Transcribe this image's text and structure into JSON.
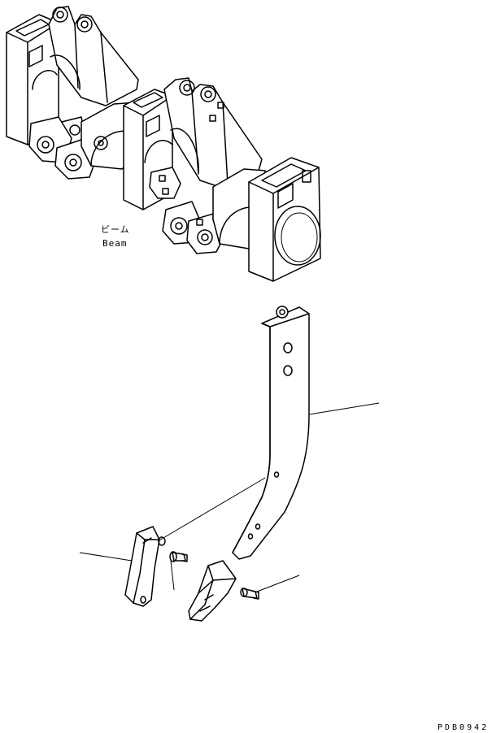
{
  "labels": {
    "beam_jp": "ビーム",
    "beam_en": "Beam",
    "drawing_code": "PDB0942"
  }
}
